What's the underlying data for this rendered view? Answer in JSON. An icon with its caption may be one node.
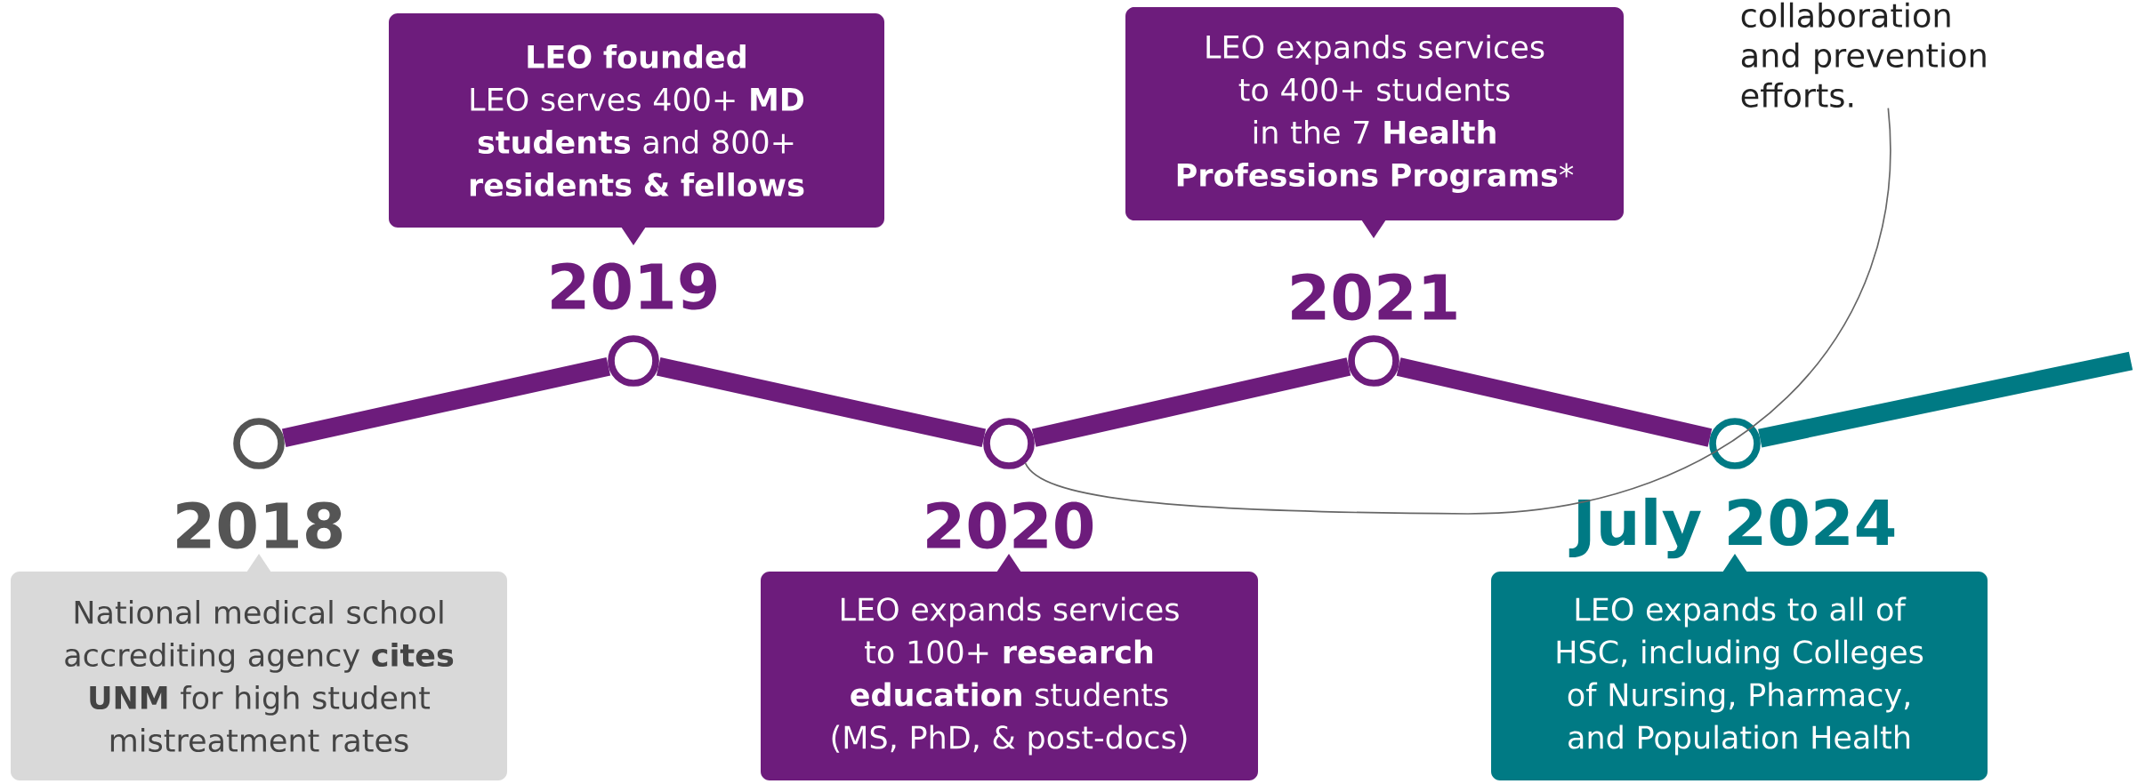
{
  "diagram": {
    "nodes": [
      {
        "text": [
          "National medical school accrediting agency **cites UNM** for high student mistreatment rates"
        ],
        "beside": [
          "2018"
        ]
      },
      {
        "text": [
          "LEO founded",
          "LEO serves 400+ **MD students** and 800+ **residents & fellows**"
        ],
        "beside": [
          "2019"
        ]
      },
      {
        "text": [
          "LEO expands services to 100+ **research education** students (MS, PhD, & post-docs)"
        ],
        "beside": [
          "2020"
        ]
      },
      {
        "text": [
          "LEO expands services to 400+ students in the 7 **Health Professions Programs***"
        ],
        "beside": [
          "2021"
        ]
      },
      {
        "text": [
          "LEO expands to all of HSC, including Colleges of Nursing, Pharmacy, and Population Health"
        ],
        "beside": [
          "July 2024"
        ]
      },
      {
        "text": [],
        "shape": "circle"
      },
      {
        "text": [],
        "shape": "circle"
      },
      {
        "text": [],
        "shape": "circle"
      },
      {
        "text": [],
        "shape": "circle"
      },
      {
        "text": [],
        "shape": "circle"
      },
      {
        "text": [
          "collaboration and prevention efforts."
        ]
      }
    ],
    "edges": [
      {
        "from": 5,
        "to": 6,
        "arrow": "none"
      },
      {
        "from": 6,
        "to": 7,
        "arrow": "none"
      },
      {
        "from": 7,
        "to": 8,
        "arrow": "none"
      },
      {
        "from": 8,
        "to": 9,
        "arrow": "none"
      },
      {
        "from": 9,
        "to": null,
        "arrow": "none",
        "color": "#007a84"
      },
      {
        "from": 10,
        "to": 7,
        "arrow": "none",
        "color": "#666666"
      }
    ]
  }
}
